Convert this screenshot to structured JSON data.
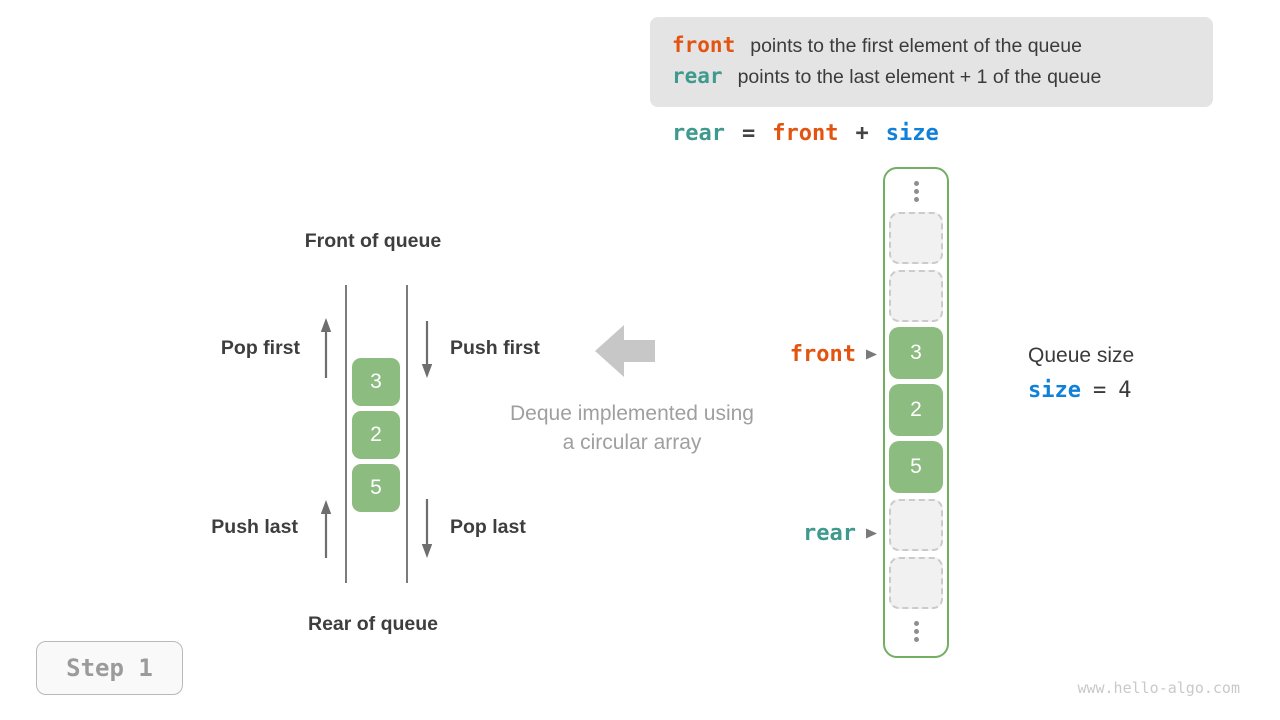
{
  "colors": {
    "front_orange": "#e2540f",
    "rear_teal": "#3f9a8e",
    "size_blue": "#1081d8",
    "cell_green": "#8cbc80",
    "array_border_green": "#73af62",
    "legend_bg": "#e4e4e4",
    "text_dark": "#3b3b3b",
    "caption_gray": "#9f9f9f"
  },
  "legend": {
    "lines": [
      {
        "code": "front",
        "text": "points to the first element of the queue"
      },
      {
        "code": "rear",
        "text": "points to the last element + 1 of the queue"
      }
    ]
  },
  "formula": {
    "lhs": "rear",
    "eq": "=",
    "op1": "front",
    "plus": "+",
    "op2": "size"
  },
  "deque": {
    "front_of_queue": "Front of queue",
    "rear_of_queue": "Rear of queue",
    "pop_first": "Pop first",
    "push_first": "Push first",
    "push_last": "Push last",
    "pop_last": "Pop last",
    "values": [
      "3",
      "2",
      "5"
    ],
    "caption_line1": "Deque implemented using",
    "caption_line2": "a circular array"
  },
  "array": {
    "cells": [
      {
        "type": "empty"
      },
      {
        "type": "empty"
      },
      {
        "type": "filled",
        "value": "3"
      },
      {
        "type": "filled",
        "value": "2"
      },
      {
        "type": "filled",
        "value": "5"
      },
      {
        "type": "empty"
      },
      {
        "type": "empty"
      }
    ],
    "front_pointer": "front",
    "rear_pointer": "rear"
  },
  "size_panel": {
    "title": "Queue size",
    "var": "size",
    "eq": "=",
    "value": "4"
  },
  "step_button": {
    "label": "Step 1"
  },
  "footer": {
    "watermark": "www.hello-algo.com"
  }
}
